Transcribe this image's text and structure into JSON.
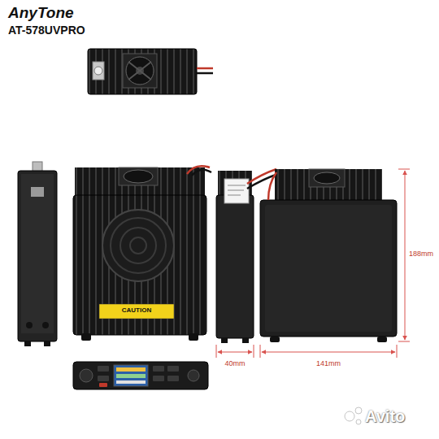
{
  "diagram": {
    "labels": [
      "AnyTone",
      "AT-578UVPRO",
      "CAUTION",
      "188mm",
      "40mm",
      "141mm",
      "Avito"
    ]
  }
}
